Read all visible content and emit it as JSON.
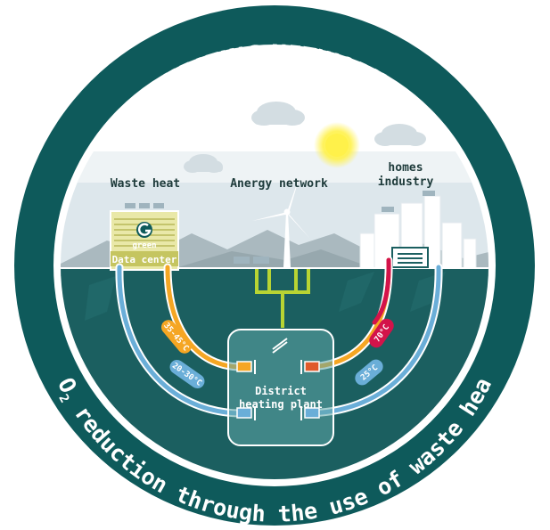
{
  "title": "HEATING NETWORK",
  "bottom_caption": {
    "part1": "CO",
    "subscript": "2",
    "part2": " reduction through the use of waste heat"
  },
  "labels": {
    "waste_heat": "Waste heat",
    "anergy_network": "Anergy network",
    "homes": "homes",
    "industry": "industry",
    "data_center": "Data center",
    "logo_text": "green",
    "district_line1": "District",
    "district_line2": "heating plant"
  },
  "temperatures": {
    "hot_left": "35-45°C",
    "cold_left": "20-30°C",
    "hot_right": "70°C",
    "cold_right": "25°C"
  },
  "colors": {
    "ring": "#0e5a5b",
    "ring_inner": "#ffffff",
    "sea": "#1b5f60",
    "sky": "#d8e4ea",
    "mountain": "#aab9bf",
    "pipe_blue": "#6aaed8",
    "pipe_orange": "#f5a623",
    "pipe_red": "#d3134a",
    "pipe_green": "#b8d433",
    "sun": "#fff14a"
  }
}
